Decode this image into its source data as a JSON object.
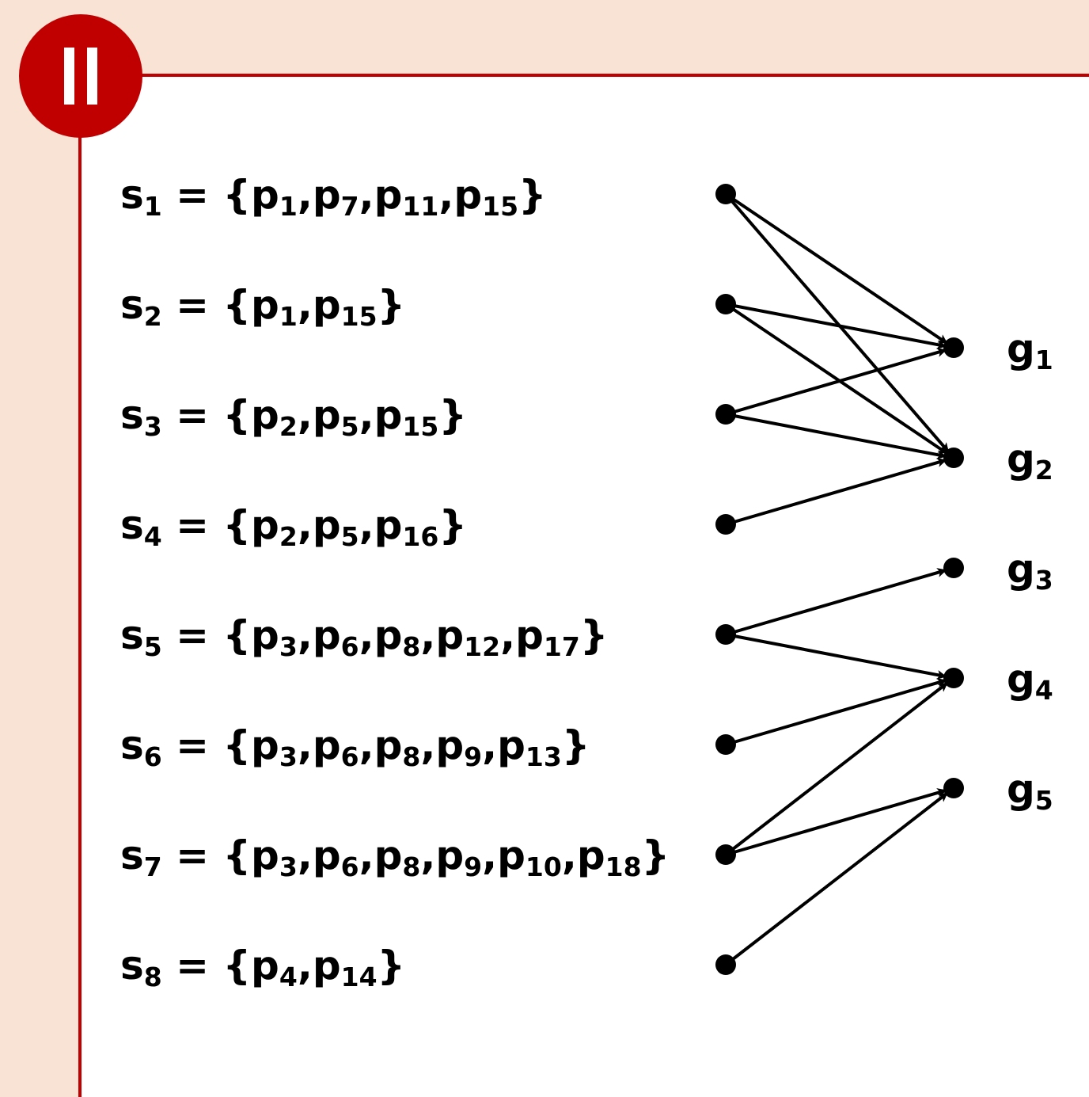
{
  "badge": {
    "symbol": "II"
  },
  "sets": [
    {
      "name": "s",
      "index": "1",
      "elements": [
        {
          "p": "p",
          "i": "1"
        },
        {
          "p": "p",
          "i": "7"
        },
        {
          "p": "p",
          "i": "11"
        },
        {
          "p": "p",
          "i": "15"
        }
      ]
    },
    {
      "name": "s",
      "index": "2",
      "elements": [
        {
          "p": "p",
          "i": "1"
        },
        {
          "p": "p",
          "i": "15"
        }
      ]
    },
    {
      "name": "s",
      "index": "3",
      "elements": [
        {
          "p": "p",
          "i": "2"
        },
        {
          "p": "p",
          "i": "5"
        },
        {
          "p": "p",
          "i": "15"
        }
      ]
    },
    {
      "name": "s",
      "index": "4",
      "elements": [
        {
          "p": "p",
          "i": "2"
        },
        {
          "p": "p",
          "i": "5"
        },
        {
          "p": "p",
          "i": "16"
        }
      ]
    },
    {
      "name": "s",
      "index": "5",
      "elements": [
        {
          "p": "p",
          "i": "3"
        },
        {
          "p": "p",
          "i": "6"
        },
        {
          "p": "p",
          "i": "8"
        },
        {
          "p": "p",
          "i": "12"
        },
        {
          "p": "p",
          "i": "17"
        }
      ]
    },
    {
      "name": "s",
      "index": "6",
      "elements": [
        {
          "p": "p",
          "i": "3"
        },
        {
          "p": "p",
          "i": "6"
        },
        {
          "p": "p",
          "i": "8"
        },
        {
          "p": "p",
          "i": "9"
        },
        {
          "p": "p",
          "i": "13"
        }
      ]
    },
    {
      "name": "s",
      "index": "7",
      "elements": [
        {
          "p": "p",
          "i": "3"
        },
        {
          "p": "p",
          "i": "6"
        },
        {
          "p": "p",
          "i": "8"
        },
        {
          "p": "p",
          "i": "9"
        },
        {
          "p": "p",
          "i": "10"
        },
        {
          "p": "p",
          "i": "18"
        }
      ]
    },
    {
      "name": "s",
      "index": "8",
      "elements": [
        {
          "p": "p",
          "i": "4"
        },
        {
          "p": "p",
          "i": "14"
        }
      ]
    }
  ],
  "groups": [
    {
      "name": "g",
      "index": "1"
    },
    {
      "name": "g",
      "index": "2"
    },
    {
      "name": "g",
      "index": "3"
    },
    {
      "name": "g",
      "index": "4"
    },
    {
      "name": "g",
      "index": "5"
    }
  ],
  "edges": [
    {
      "from": 1,
      "to": 1
    },
    {
      "from": 1,
      "to": 2
    },
    {
      "from": 2,
      "to": 1
    },
    {
      "from": 2,
      "to": 2
    },
    {
      "from": 3,
      "to": 1
    },
    {
      "from": 3,
      "to": 2
    },
    {
      "from": 4,
      "to": 2
    },
    {
      "from": 5,
      "to": 3
    },
    {
      "from": 5,
      "to": 4
    },
    {
      "from": 6,
      "to": 4
    },
    {
      "from": 7,
      "to": 4
    },
    {
      "from": 7,
      "to": 5
    },
    {
      "from": 8,
      "to": 5
    }
  ],
  "colors": {
    "background_band": "#f9e3d4",
    "accent": "#c00000",
    "ink": "#000000"
  }
}
